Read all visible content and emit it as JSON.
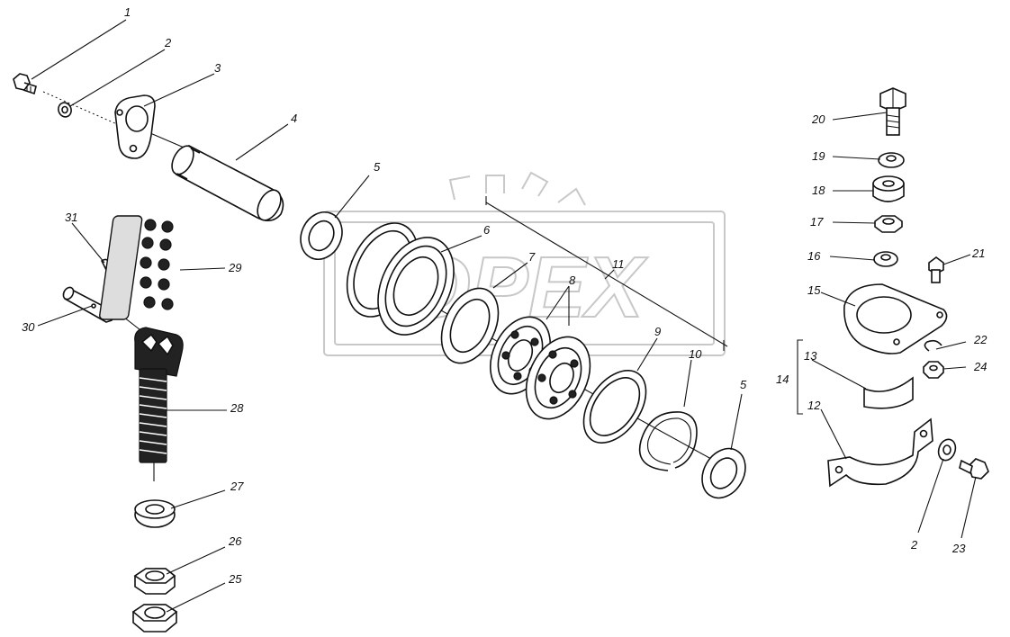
{
  "watermark": {
    "text": "OPEX"
  },
  "labels": [
    "1",
    "2",
    "3",
    "4",
    "5",
    "6",
    "7",
    "8",
    "9",
    "10",
    "11",
    "5",
    "13",
    "12",
    "14",
    "15",
    "16",
    "17",
    "18",
    "19",
    "20",
    "21",
    "22",
    "24",
    "2",
    "23",
    "25",
    "26",
    "27",
    "28",
    "29",
    "30",
    "31"
  ]
}
